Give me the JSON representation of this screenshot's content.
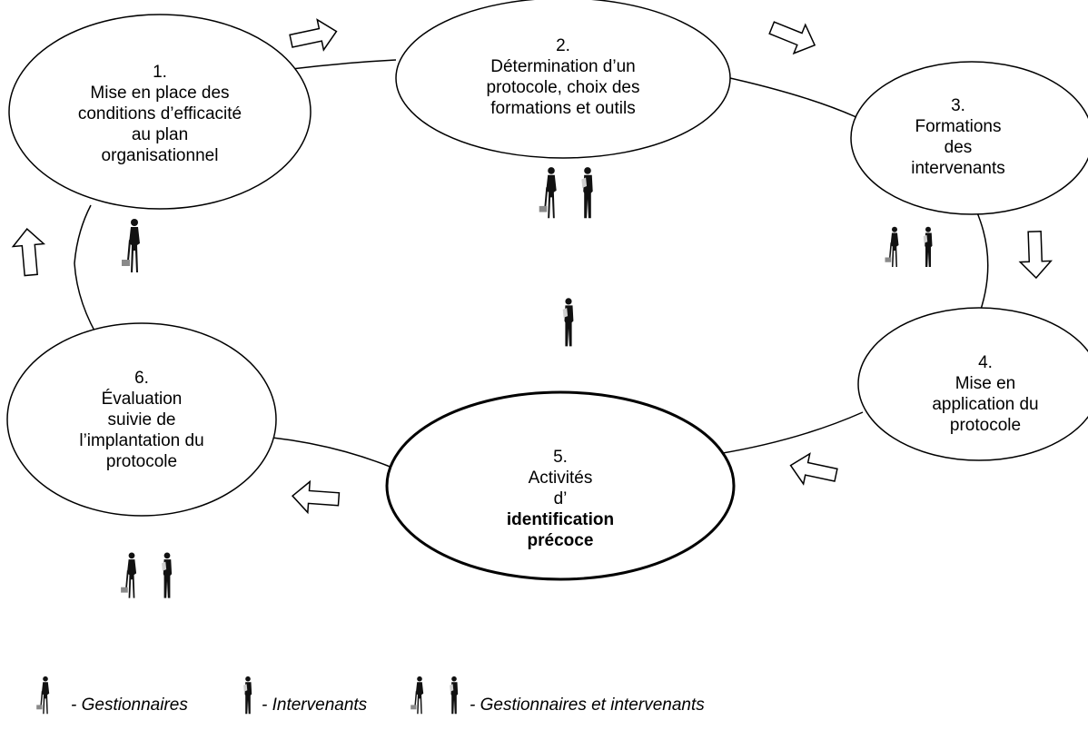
{
  "steps": [
    {
      "number": "1.",
      "lines": [
        "Mise en place des",
        "conditions d’efficacité",
        "au plan",
        "organisationnel"
      ]
    },
    {
      "number": "2.",
      "lines": [
        "Détermination d’un",
        "protocole, choix des",
        "formations et outils"
      ]
    },
    {
      "number": "3.",
      "lines": [
        "Formations",
        "des",
        "intervenants"
      ]
    },
    {
      "number": "4.",
      "lines": [
        "Mise en",
        "application du",
        "protocole"
      ]
    },
    {
      "number": "5.",
      "line1": "Activités",
      "line2_prefix": "d’",
      "line2_bold": "identification",
      "line3_bold": "précoce"
    },
    {
      "number": "6.",
      "lines": [
        "Évaluation",
        "suivie de",
        "l’implantation du",
        "protocole"
      ]
    }
  ],
  "legend": {
    "gestionnaires": "- Gestionnaires",
    "intervenants": "- Intervenants",
    "both": "- Gestionnaires et intervenants"
  },
  "icons": {
    "gestionnaire": "person-with-briefcase-icon",
    "intervenant": "person-reading-icon",
    "pair": "people-pair-icon",
    "arrow": "outline-block-arrow-icon"
  },
  "colors": {
    "stroke": "#000000",
    "fill": "#ffffff",
    "figure": "#111111",
    "briefcase": "#8a8a8a",
    "paper": "#cfcfcf"
  }
}
